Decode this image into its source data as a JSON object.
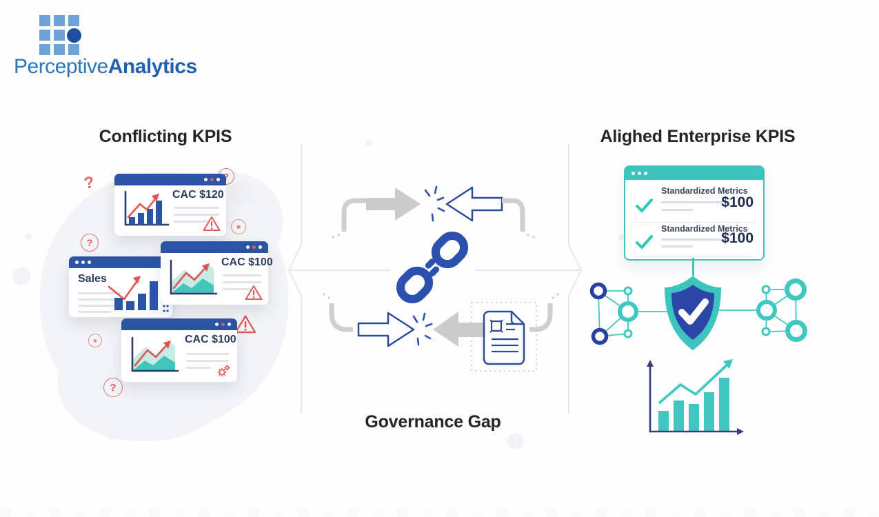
{
  "brand": {
    "name_regular": "Perceptive",
    "name_bold": "Analytics"
  },
  "left": {
    "heading": "Conflicting KPIS",
    "cards": [
      {
        "label": "CAC $120",
        "chart_type": "bar",
        "status_icon": "warning-triangle-icon"
      },
      {
        "label": "Sales",
        "chart_type": "bar",
        "status_icon": "dots-grid-icon"
      },
      {
        "label": "CAC $100",
        "chart_type": "area",
        "status_icon": "warning-triangle-icon"
      },
      {
        "label": "CAC $100",
        "chart_type": "area",
        "status_icon": "gears-icon"
      }
    ],
    "decorations": {
      "question_mark": "?",
      "star": "★",
      "warning": "!"
    }
  },
  "middle": {
    "heading": "Governance Gap",
    "icons": [
      "colliding-arrows-icon",
      "broken-chain-link-icon",
      "policy-document-icon"
    ]
  },
  "right": {
    "heading": "Alighed Enterprise KPIS",
    "metric_rows": [
      {
        "label": "Standardized Metrics",
        "value": "$100"
      },
      {
        "label": "Standardized Metrics",
        "value": "$100"
      }
    ],
    "icons": [
      "shield-check-icon",
      "network-nodes-icon",
      "growth-bar-chart-icon"
    ]
  },
  "colors": {
    "navy": "#2b54a4",
    "chain_blue": "#2b50ae",
    "deep_navy_text": "#1d2b4f",
    "red": "#e05c5c",
    "teal": "#3ec4be",
    "heading": "#22252a",
    "gray_line": "#e2e3e8",
    "divider_gray": "#e7e7e7"
  }
}
